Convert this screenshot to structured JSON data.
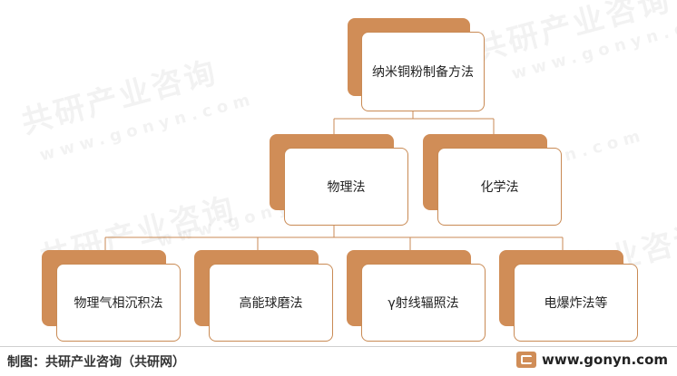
{
  "diagram": {
    "root": "纳米铜粉制备方法",
    "level1": [
      "物理法",
      "化学法"
    ],
    "level2": [
      "物理气相沉积法",
      "高能球磨法",
      "γ射线辐照法",
      "电爆炸法等"
    ]
  },
  "watermark": {
    "brand": "共研产业咨询",
    "url": "www.gonyn.com"
  },
  "footer": {
    "credit": "制图：共研产业咨询（共研网）",
    "url": "www.gonyn.com"
  },
  "colors": {
    "accent": "#d08d57",
    "border": "#c98a54",
    "connector": "#c98a54"
  }
}
